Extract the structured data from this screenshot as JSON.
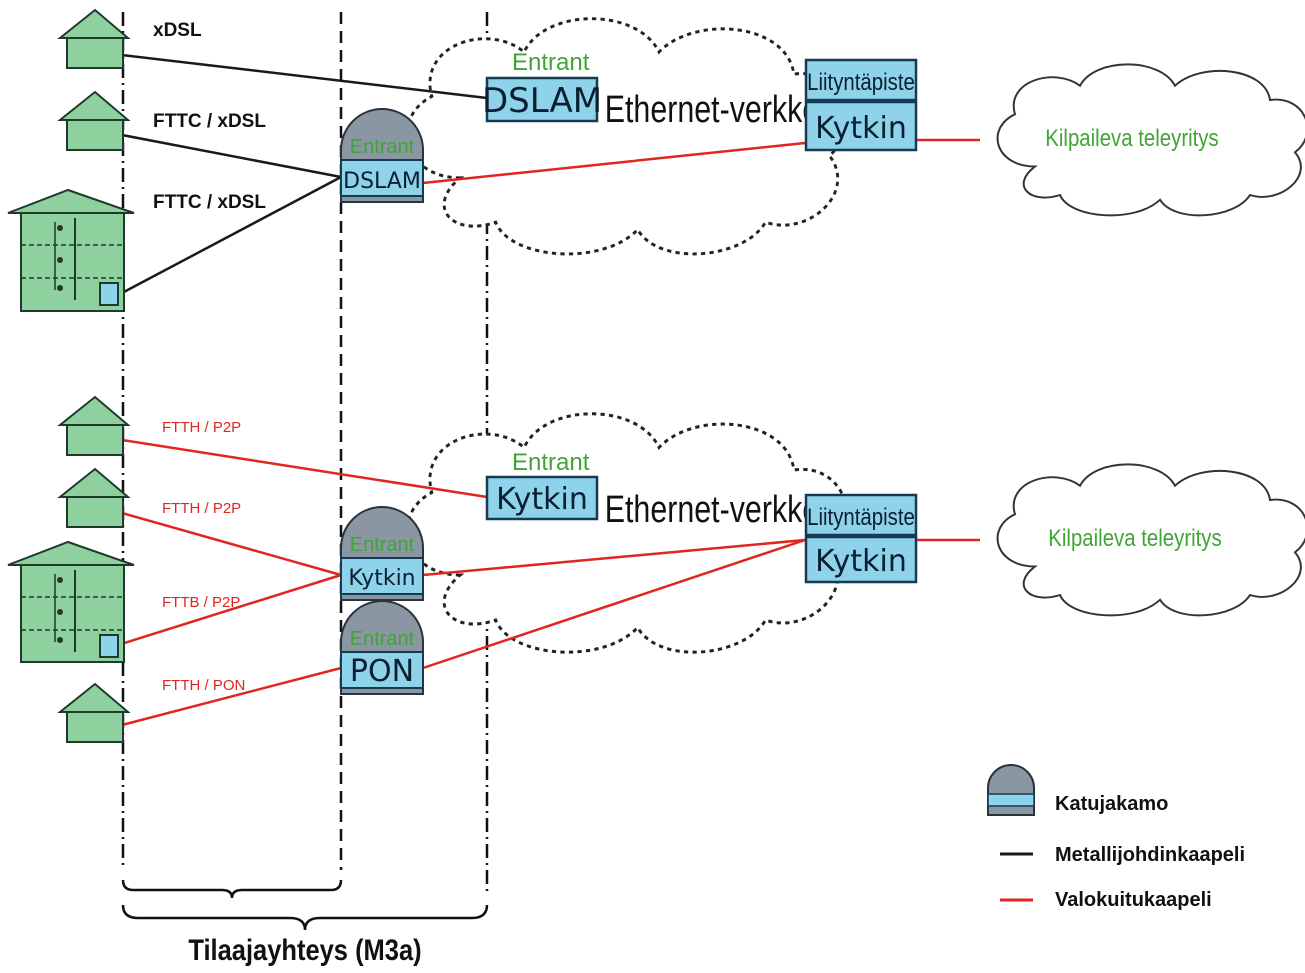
{
  "colors": {
    "metal_cable": "#1a1a1a",
    "fiber_cable": "#e0261f",
    "house_fill": "#8fd19e",
    "house_stroke": "#1e3a2a",
    "box_fill": "#8fd3ea",
    "cabinet_fill": "#8a96a2",
    "entrant_text": "#3fa535",
    "competitor_text": "#3fa535"
  },
  "top_section": {
    "links": {
      "link1": "xDSL",
      "link2": "FTTC / xDSL",
      "link3": "FTTC / xDSL"
    },
    "central_dslam": {
      "entrant": "Entrant",
      "label": "DSLAM"
    },
    "cabinet": {
      "entrant": "Entrant",
      "label": "DSLAM"
    },
    "network_label": "Ethernet-verkko",
    "interconnect": {
      "top": "Liityntäpiste",
      "bottom": "Kytkin"
    },
    "competitor": "Kilpaileva teleyritys"
  },
  "bottom_section": {
    "links": {
      "link1": "FTTH / P2P",
      "link2": "FTTH / P2P",
      "link3": "FTTB / P2P",
      "link4": "FTTH / PON"
    },
    "central_switch": {
      "entrant": "Entrant",
      "label": "Kytkin"
    },
    "cabinet_switch": {
      "entrant": "Entrant",
      "label": "Kytkin"
    },
    "cabinet_pon": {
      "entrant": "Entrant",
      "label": "PON"
    },
    "network_label": "Ethernet-verkko",
    "interconnect": {
      "top": "Liityntäpiste",
      "bottom": "Kytkin"
    },
    "competitor": "Kilpaileva teleyritys"
  },
  "legend": {
    "cabinet": "Katujakamo",
    "metal": "Metallijohdinkaapeli",
    "fiber": "Valokuitukaapeli"
  },
  "bottom_title": "Tilaajayhteys (M3a)"
}
